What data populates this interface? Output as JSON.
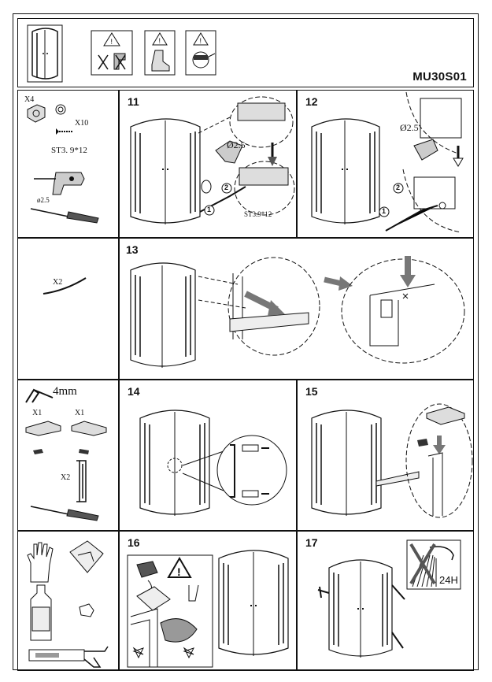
{
  "header": {
    "model": "MU30S01",
    "icons": [
      "shower-enclosure-icon",
      "no-power-tools-warning-icon",
      "safety-boots-warning-icon",
      "safety-goggles-warning-icon"
    ]
  },
  "parts": {
    "row1": {
      "qty_cap": "X4",
      "qty_screw": "X10",
      "screw_spec": "ST3. 9*12",
      "drill_bit": "ø2.5"
    },
    "row2": {
      "qty_strip": "X2"
    },
    "row3": {
      "hex_key_size": "4mm",
      "qty_left_cap": "X1",
      "qty_right_cap": "X1",
      "qty_handle": "X2"
    }
  },
  "steps": {
    "s11": {
      "num": "11",
      "drill_bit": "Ø2.5",
      "screw_spec": "ST3.9*12",
      "marker1": "1",
      "marker2": "2"
    },
    "s12": {
      "num": "12",
      "drill_bit": "Ø2.5",
      "marker1": "1",
      "marker2": "2"
    },
    "s13": {
      "num": "13"
    },
    "s14": {
      "num": "14"
    },
    "s15": {
      "num": "15"
    },
    "s16": {
      "num": "16"
    },
    "s17": {
      "num": "17",
      "cure_time": "24H"
    }
  }
}
